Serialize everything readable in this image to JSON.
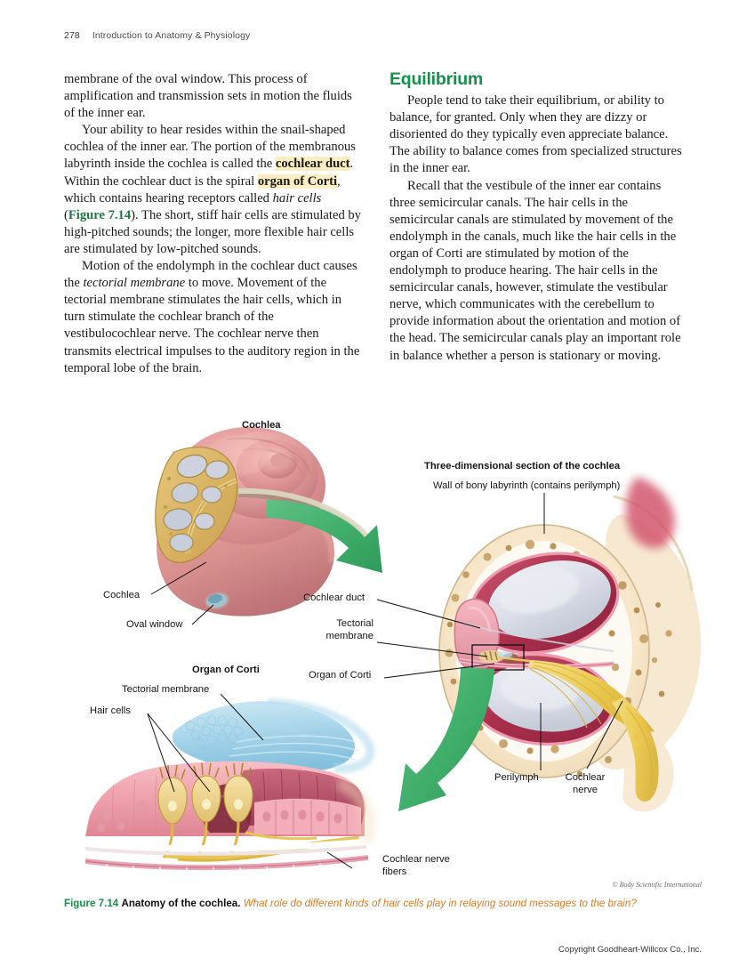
{
  "running_head": {
    "page_number": "278",
    "book_title": "Introduction to Anatomy & Physiology"
  },
  "left_column": {
    "para1_a": "membrane of the oval window. This process of amplification and transmission sets in motion the fluids of the inner ear.",
    "para2_a": "Your ability to hear resides within the snail-shaped cochlea of the inner ear. The portion of the membranous labyrinth inside the cochlea is called the ",
    "para2_term1": "cochlear duct",
    "para2_b": ". Within the cochlear duct is the spiral ",
    "para2_term2": "organ of Corti",
    "para2_c": ", which contains hearing receptors called ",
    "para2_italic": "hair cells",
    "para2_d": " (",
    "para2_figref": "Figure 7.14",
    "para2_e": "). The short, stiff hair cells are stimulated by high-pitched sounds; the longer, more flexible hair cells are stimulated by low-pitched sounds.",
    "para3_a": "Motion of the endolymph in the cochlear duct causes the ",
    "para3_italic": "tectorial membrane",
    "para3_b": " to move. Movement of the tectorial membrane stimulates the hair cells, which in turn stimulate the cochlear branch of the vestibulocochlear nerve. The cochlear nerve then transmits electrical impulses to the auditory region in the temporal lobe of the brain."
  },
  "right_column": {
    "heading": "Equilibrium",
    "para1": "People tend to take their equilibrium, or ability to balance, for granted. Only when they are dizzy or disoriented do they typically even appreciate balance. The ability to balance comes from specialized structures in the inner ear.",
    "para2": "Recall that the vestibule of the inner ear contains three semicircular canals. The hair cells in the semicircular canals are stimulated by movement of the endolymph in the canals, much like the hair cells in the organ of Corti are stimulated by motion of the endolymph to produce hearing. The hair cells in the semicircular canals, however, stimulate the vestibular nerve, which communicates with the cerebellum to provide information about the orientation and motion of the head. The semicircular canals play an important role in balance whether a person is stationary or moving."
  },
  "figure": {
    "labels": {
      "cochlea_title": "Cochlea",
      "cochlea": "Cochlea",
      "oval_window": "Oval window",
      "organ_of_corti_title": "Organ of Corti",
      "tectorial_membrane_left": "Tectorial membrane",
      "hair_cells": "Hair cells",
      "cochlear_nerve_fibers_1": "Cochlear nerve",
      "cochlear_nerve_fibers_2": "fibers",
      "three_d_title": "Three-dimensional section of the cochlea",
      "wall_of_bony_labyrinth": "Wall of bony labyrinth (contains perilymph)",
      "cochlear_duct": "Cochlear duct",
      "tectorial_membrane_1": "Tectorial",
      "tectorial_membrane_2": "membrane",
      "organ_of_corti_right": "Organ of Corti",
      "perilymph": "Perilymph",
      "cochlear_nerve_1": "Cochlear",
      "cochlear_nerve_2": "nerve"
    },
    "credit": "© Body Scientific International"
  },
  "caption": {
    "number": "Figure 7.14",
    "title": "Anatomy of the cochlea.",
    "question": "What role do different kinds of hair cells play in relaying sound messages to the brain?"
  },
  "footer": {
    "copyright": "Copyright Goodheart-Willcox Co., Inc."
  },
  "colors": {
    "green_heading": "#13924b",
    "green_figref": "#1e7a43",
    "orange_question": "#e07b20",
    "highlight_yellow": "#fbeec2",
    "arrow_green": "#3fae6a",
    "bone_tan": "#f5e4c8",
    "membrane_red": "#b83a57",
    "tissue_pink": "#f2a9b4",
    "nerve_yellow": "#f2cf4e",
    "perilymph_gray": "#d8dbe4",
    "tectorial_blue": "#a9d6ea"
  }
}
